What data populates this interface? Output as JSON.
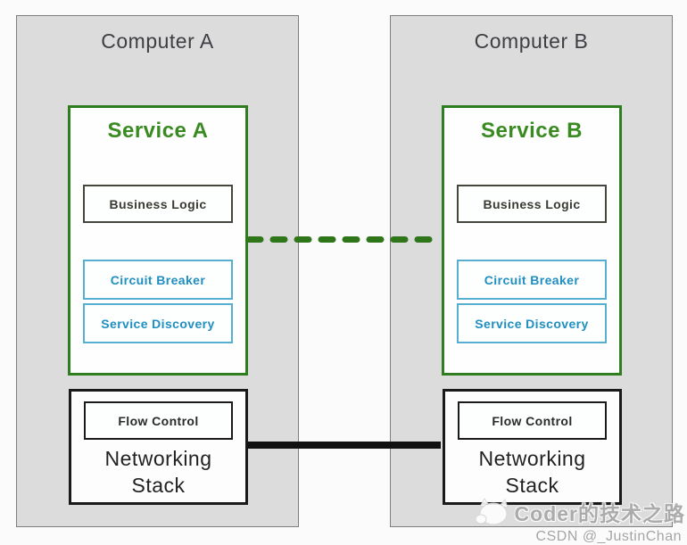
{
  "page": {
    "background_color": "#fbfbfb"
  },
  "colors": {
    "computer_fill": "#dcdcdc",
    "computer_border": "#7d7d82",
    "computer_title_text": "#3e3e44",
    "service_border": "#2e7d1f",
    "service_title_text": "#3a8a22",
    "plain_box_border": "#46463e",
    "plain_box_text": "#3a3a32",
    "blue_box_border": "#56aed0",
    "blue_box_text": "#1f8fc1",
    "network_border": "#1a1a1a",
    "network_text": "#222222",
    "dashed_connector": "#2f7519",
    "solid_connector": "#111111",
    "watermark_text": "#a9a9a9",
    "watermark_handle_text": "#a0a0a0"
  },
  "computers": [
    {
      "title": "Computer A",
      "service": {
        "title": "Service A",
        "business_logic": "Business Logic",
        "circuit_breaker": "Circuit Breaker",
        "service_discovery": "Service Discovery"
      },
      "networking": {
        "flow_control": "Flow Control",
        "stack_line1": "Networking",
        "stack_line2": "Stack"
      }
    },
    {
      "title": "Computer B",
      "service": {
        "title": "Service B",
        "business_logic": "Business Logic",
        "circuit_breaker": "Circuit Breaker",
        "service_discovery": "Service Discovery"
      },
      "networking": {
        "flow_control": "Flow Control",
        "stack_line1": "Networking",
        "stack_line2": "Stack"
      }
    }
  ],
  "connectors": {
    "service_link_style": "dashed",
    "network_link_style": "solid"
  },
  "watermark": {
    "brand": "Coder的技术之路",
    "handle": "CSDN @_JustinChan"
  }
}
